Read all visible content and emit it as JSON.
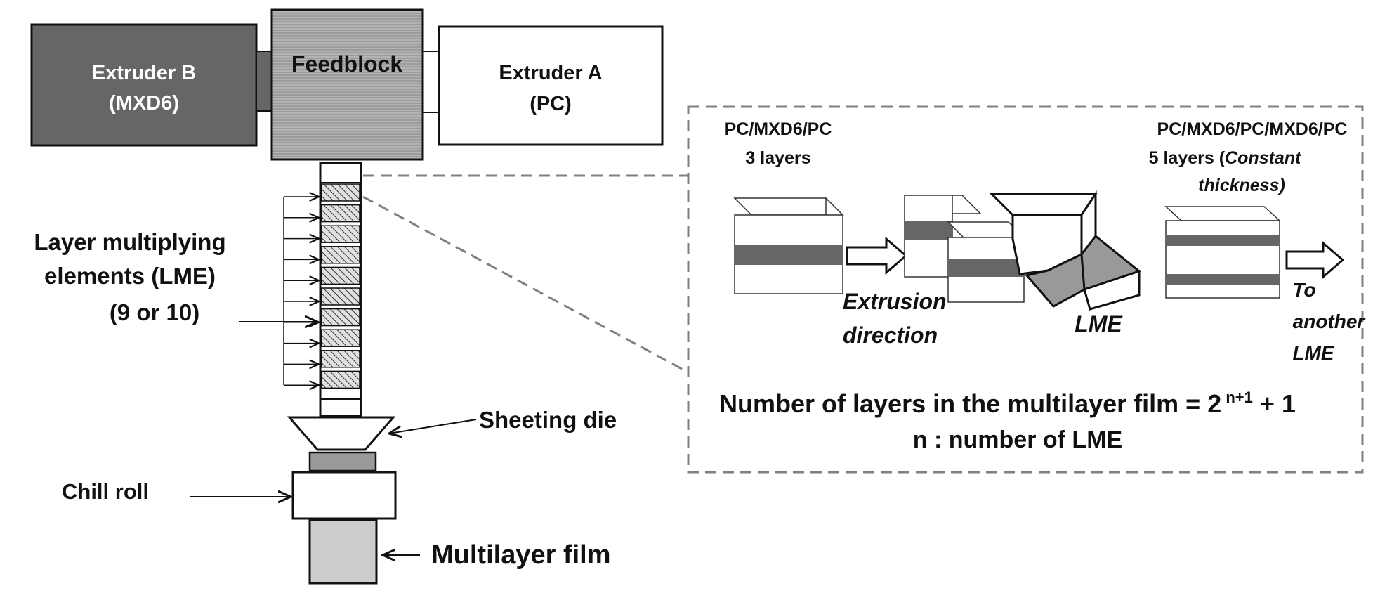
{
  "labels": {
    "extruder_b_line1": "Extruder B",
    "extruder_b_line2": "(MXD6)",
    "feedblock": "Feedblock",
    "extruder_a_line1": "Extruder A",
    "extruder_a_line2": "(PC)",
    "lme_line1": "Layer multiplying",
    "lme_line2": "elements (LME)",
    "lme_line3": "(9 or 10)",
    "sheeting_die": "Sheeting die",
    "chill_roll": "Chill roll",
    "multilayer_film": "Multilayer film"
  },
  "inset": {
    "left_title_line1": "PC/MXD6/PC",
    "left_title_line2": "3 layers",
    "right_title_line1": "PC/MXD6/PC/MXD6/PC",
    "right_title_line2_prefix": "5 layers (",
    "right_title_line2_italic": "Constant",
    "right_title_line3": "thickness)",
    "extrusion_line1": "Extrusion",
    "extrusion_line2": "direction",
    "lme": "LME",
    "to_line1": "To",
    "to_line2": "another",
    "to_line3": "LME",
    "formula_main": "Number of layers in the multilayer film = 2",
    "formula_sup": "n+1",
    "formula_tail": "+ 1",
    "formula_line2": "n : number of LME"
  },
  "colors": {
    "dark_gray": "#666666",
    "medium_gray": "#999999",
    "light_gray": "#cccccc",
    "hatch_bg": "#d9d9d9",
    "line": "#111111",
    "dash": "#808080"
  }
}
